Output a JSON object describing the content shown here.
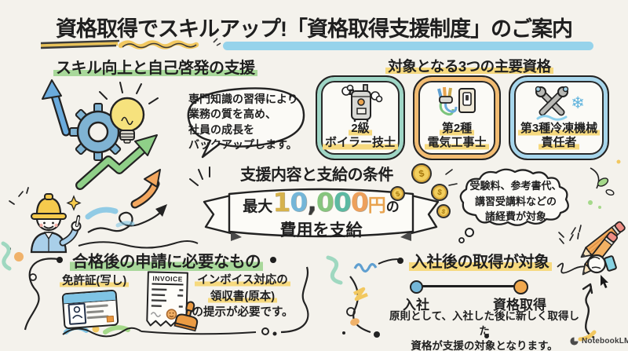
{
  "canvas": {
    "background": "#f4f2ec",
    "ink": "#1f1f1f"
  },
  "title": {
    "text": "資格取得でスキルアップ!「資格取得支援制度」のご案内"
  },
  "skills": {
    "heading": "スキル向上と自己啓発の支援",
    "bubble_text": "専門知識の習得により\n業務の質を高め、\n社員の成長を\nバックアップします。"
  },
  "qualifications": {
    "heading": "対象となる3つの主要資格",
    "cards": [
      {
        "line1": "2級",
        "line2": "ボイラー技士",
        "accent": "#9fd6c6",
        "icon": "boiler-icon"
      },
      {
        "line1": "第2種",
        "line2": "電気工事士",
        "accent": "#f2bc72",
        "icon": "electric-plug-icon"
      },
      {
        "line1": "第3種冷凍機械",
        "line2": "責任者",
        "accent": "#a7d6ec",
        "icon": "wrench-snowflake-icon",
        "snowflake_glyph": "❄"
      }
    ]
  },
  "support": {
    "heading": "支援内容と支給の条件",
    "banner": {
      "prefix": "最大",
      "amount_chars": [
        "1",
        "0",
        ",",
        "0",
        "0",
        "0"
      ],
      "char_styles": [
        "color:#d6b24c",
        "color:#74b6d8",
        "color:#3a3a3a",
        "color:#86c57e",
        "color:#5cb9a2",
        "color:#eda05c"
      ],
      "unit": "円",
      "unit_style": "color:#e8a34f",
      "particle": "の",
      "line2": "費用を支給"
    },
    "coin_symbol": "$",
    "cloud_text": "受験料、参考書代、\n講習受講料などの\n諸経費が対象"
  },
  "application": {
    "heading": "合格後の申請に必要なもの",
    "license_label": "免許証(写し)",
    "invoice_title": "INVOICE",
    "note_line1": "インボイス対応の",
    "note_line2": "領収書(原本)",
    "note_line3": "の提示が必要です。"
  },
  "after_joining": {
    "heading": "入社後の取得が対象",
    "timeline_start": "入社",
    "timeline_end": "資格取得",
    "start_dot_color": "#74b6d8",
    "end_dot_color": "#f0a84e",
    "note": "原則として、入社した後に新しく取得した\n資格が支援の対象となります。"
  },
  "footer": {
    "brand": "NotebookLM"
  },
  "palette": {
    "highlight_yellow": "#f6d97e",
    "highlight_green": "#a8d89a",
    "highlight_blue": "#8ccfeb",
    "arrow_green": "#8fcf88",
    "arrow_blue": "#6aabdd",
    "arrow_orange": "#f3a75f",
    "gear_blue": "#7fb3d3",
    "bulb_yellow": "#f6e27d",
    "coin_gold": "#f2cf5e"
  }
}
